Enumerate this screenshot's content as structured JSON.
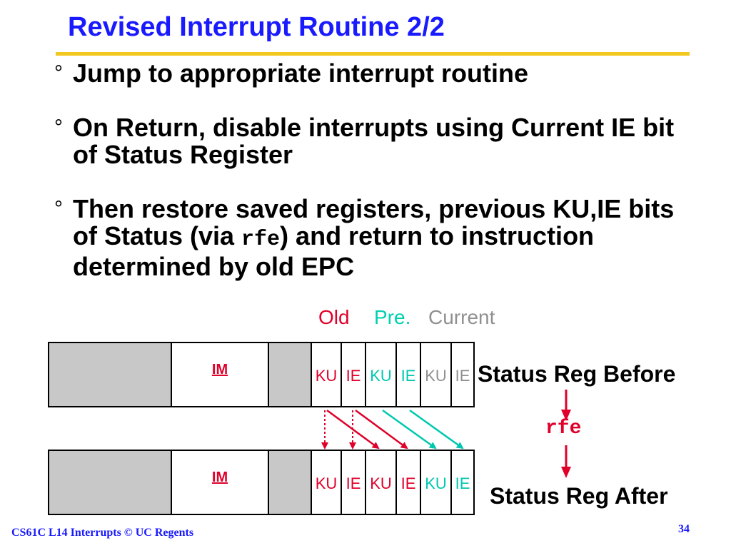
{
  "slide": {
    "title": "Revised Interrupt Routine 2/2",
    "bullets": [
      {
        "text": "Jump to appropriate interrupt routine"
      },
      {
        "text": "On Return, disable interrupts using Current IE bit of Status Register"
      },
      {
        "text_before": "Then restore saved registers, previous KU,IE bits of Status (via ",
        "code": "rfe",
        "text_after": ") and return to instruction determined by old EPC"
      }
    ],
    "bullet_mark": "°"
  },
  "diagram": {
    "headers": {
      "old": "Old",
      "pre": "Pre.",
      "current": "Current"
    },
    "im_label": "IM",
    "before_bits": [
      "KU",
      "IE",
      "KU",
      "IE",
      "KU",
      "IE"
    ],
    "after_bits": [
      "KU",
      "IE",
      "KU",
      "IE",
      "KU",
      "IE"
    ],
    "before_label": "Status Reg Before",
    "after_label": "Status Reg After",
    "transition_label": "rfe",
    "colors": {
      "old": "#e0002a",
      "pre": "#00c8b0",
      "current": "#909090"
    }
  },
  "footer": {
    "left": "CS61C L14 Interrupts © UC Regents",
    "page": "34"
  }
}
